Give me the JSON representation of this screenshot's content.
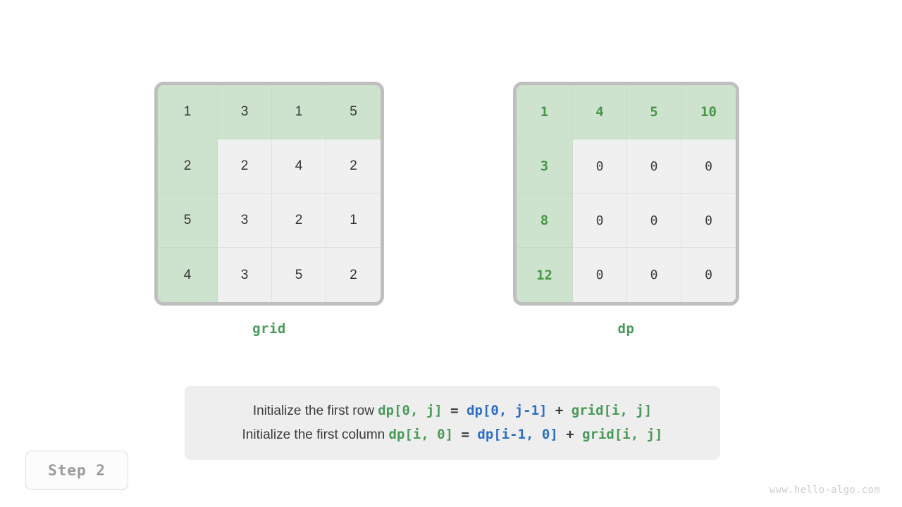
{
  "step_badge": {
    "label": "Step 2"
  },
  "watermark": {
    "text": "www.hello-algo.com"
  },
  "colors": {
    "highlight_bg": "#cee3ce",
    "highlight_text": "#479647",
    "cell_bg": "#f0f0f0",
    "border": "#bfbfbf",
    "green_code": "#4a9a5a",
    "blue_code": "#2a6fc4",
    "panel_bg": "#eeeeee",
    "step_text": "#9a9a9a",
    "watermark_text": "#cfcfcf"
  },
  "matrices": [
    {
      "name": "grid",
      "label": "grid",
      "rows": 4,
      "cols": 4,
      "cells": [
        [
          {
            "value": "1",
            "highlight": true
          },
          {
            "value": "3",
            "highlight": true
          },
          {
            "value": "1",
            "highlight": true
          },
          {
            "value": "5",
            "highlight": true
          }
        ],
        [
          {
            "value": "2",
            "highlight": true
          },
          {
            "value": "2",
            "highlight": false
          },
          {
            "value": "4",
            "highlight": false
          },
          {
            "value": "2",
            "highlight": false
          }
        ],
        [
          {
            "value": "5",
            "highlight": true
          },
          {
            "value": "3",
            "highlight": false
          },
          {
            "value": "2",
            "highlight": false
          },
          {
            "value": "1",
            "highlight": false
          }
        ],
        [
          {
            "value": "4",
            "highlight": true
          },
          {
            "value": "3",
            "highlight": false
          },
          {
            "value": "5",
            "highlight": false
          },
          {
            "value": "2",
            "highlight": false
          }
        ]
      ]
    },
    {
      "name": "dp",
      "label": "dp",
      "rows": 4,
      "cols": 4,
      "cells": [
        [
          {
            "value": "1",
            "highlight": true
          },
          {
            "value": "4",
            "highlight": true
          },
          {
            "value": "5",
            "highlight": true
          },
          {
            "value": "10",
            "highlight": true
          }
        ],
        [
          {
            "value": "3",
            "highlight": true
          },
          {
            "value": "0",
            "highlight": false
          },
          {
            "value": "0",
            "highlight": false
          },
          {
            "value": "0",
            "highlight": false
          }
        ],
        [
          {
            "value": "8",
            "highlight": true
          },
          {
            "value": "0",
            "highlight": false
          },
          {
            "value": "0",
            "highlight": false
          },
          {
            "value": "0",
            "highlight": false
          }
        ],
        [
          {
            "value": "12",
            "highlight": true
          },
          {
            "value": "0",
            "highlight": false
          },
          {
            "value": "0",
            "highlight": false
          },
          {
            "value": "0",
            "highlight": false
          }
        ]
      ]
    }
  ],
  "formula": {
    "lines": [
      {
        "prose": "Initialize the first row ",
        "target": "dp[0, j]",
        "equals": " = ",
        "source": "dp[0, j-1]",
        "plus": " + ",
        "addend": "grid[i, j]"
      },
      {
        "prose": "Initialize the first column ",
        "target": "dp[i, 0]",
        "equals": " = ",
        "source": "dp[i-1, 0]",
        "plus": " + ",
        "addend": "grid[i, j]"
      }
    ]
  },
  "chart_data": {
    "type": "table",
    "title": "Minimum Path Sum — dynamic programming initialization (Step 2)",
    "tables": [
      {
        "name": "grid",
        "values": [
          [
            1,
            3,
            1,
            5
          ],
          [
            2,
            2,
            4,
            2
          ],
          [
            5,
            3,
            2,
            1
          ],
          [
            4,
            3,
            5,
            2
          ]
        ],
        "highlighted_cells": [
          [
            0,
            0
          ],
          [
            0,
            1
          ],
          [
            0,
            2
          ],
          [
            0,
            3
          ],
          [
            1,
            0
          ],
          [
            2,
            0
          ],
          [
            3,
            0
          ]
        ]
      },
      {
        "name": "dp",
        "values": [
          [
            1,
            4,
            5,
            10
          ],
          [
            3,
            0,
            0,
            0
          ],
          [
            8,
            0,
            0,
            0
          ],
          [
            12,
            0,
            0,
            0
          ]
        ],
        "highlighted_cells": [
          [
            0,
            0
          ],
          [
            0,
            1
          ],
          [
            0,
            2
          ],
          [
            0,
            3
          ],
          [
            1,
            0
          ],
          [
            2,
            0
          ],
          [
            3,
            0
          ]
        ]
      }
    ]
  }
}
